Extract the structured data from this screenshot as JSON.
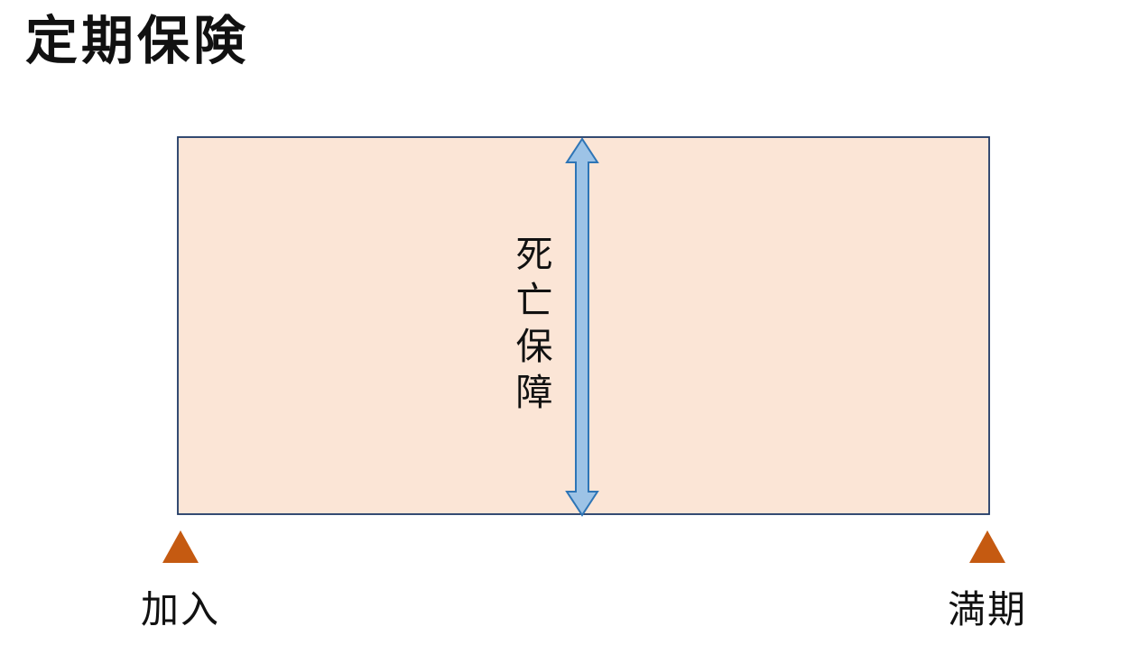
{
  "title": "定期保険",
  "diagram": {
    "coverage_label": "死亡保障",
    "start_label": "加入",
    "end_label": "満期"
  },
  "colors": {
    "rect_fill": "#FBE5D6",
    "rect_border": "#1F3864",
    "arrow_fill": "#9DC3E6",
    "arrow_border": "#2E75B6",
    "marker_fill": "#C55A11"
  }
}
